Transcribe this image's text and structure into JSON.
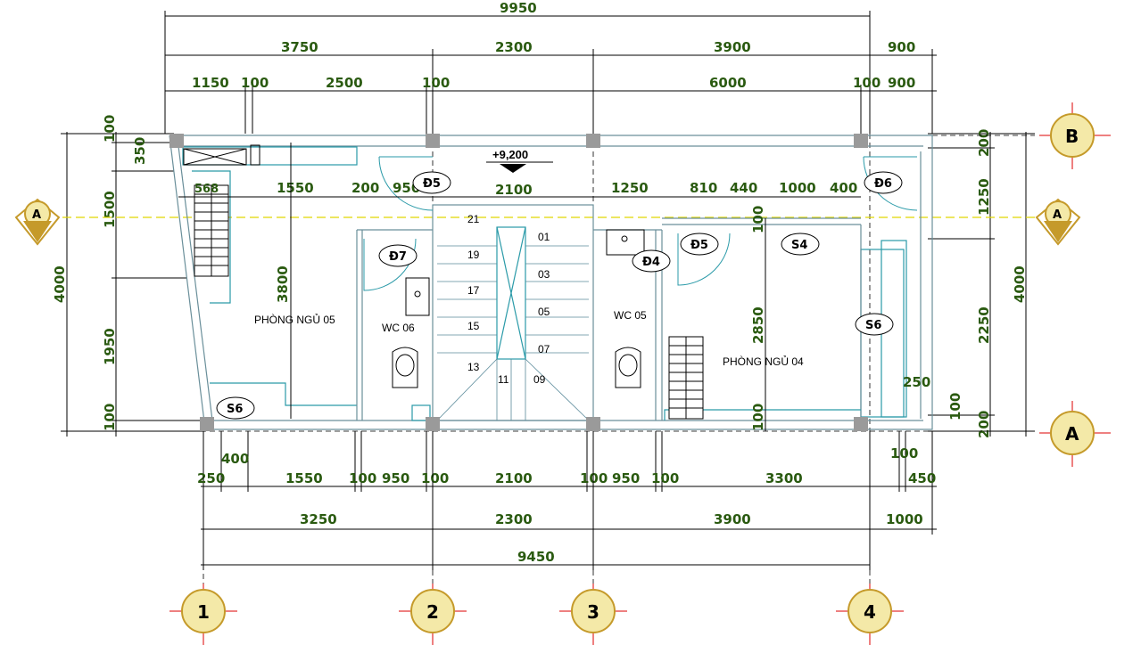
{
  "dims_top": {
    "total": "9950",
    "row2": [
      "3750",
      "2300",
      "3900",
      "900"
    ],
    "row3": [
      "1150",
      "100",
      "2500",
      "100",
      "6000",
      "100",
      "900"
    ]
  },
  "dims_bottom": {
    "row1": [
      "250",
      "1550",
      "100",
      "950",
      "100",
      "2100",
      "100",
      "950",
      "100",
      "3300",
      "450"
    ],
    "extra": [
      "400",
      "100"
    ],
    "row2": [
      "3250",
      "2300",
      "3900",
      "1000"
    ],
    "total": "9450"
  },
  "dims_left": [
    "100",
    "350",
    "1500",
    "1950",
    "100",
    "4000"
  ],
  "dims_right": [
    "200",
    "1250",
    "2250",
    "100",
    "200",
    "4000"
  ],
  "dims_interior": [
    "568",
    "1550",
    "200",
    "950",
    "2100",
    "1250",
    "810",
    "440",
    "1000",
    "400",
    "3800",
    "2850",
    "100",
    "100",
    "250"
  ],
  "level": "+9,200",
  "axes": {
    "columns": [
      "1",
      "2",
      "3",
      "4"
    ],
    "rows": [
      "B",
      "A"
    ],
    "section": "A"
  },
  "rooms": {
    "bed05": "PHÒNG NGỦ 05",
    "bed04": "PHÒNG NGỦ 04",
    "wc06": "WC 06",
    "wc05": "WC 05"
  },
  "doors": [
    "Đ5",
    "Đ6",
    "Đ7",
    "Đ4",
    "Đ5"
  ],
  "windows": [
    "S4",
    "S6",
    "S6"
  ],
  "stair_steps": [
    "21",
    "19",
    "17",
    "15",
    "13",
    "11",
    "01",
    "03",
    "05",
    "07",
    "09"
  ],
  "colors": {
    "dim_text": "#2a5a10",
    "axis_bubble": "#f4e9a8",
    "axis_ring": "#c59a2a",
    "wall": "#6a8f9a",
    "fixture": "#2a9aa8",
    "column": "#9a9a9a",
    "center_line": "#e0d800"
  }
}
